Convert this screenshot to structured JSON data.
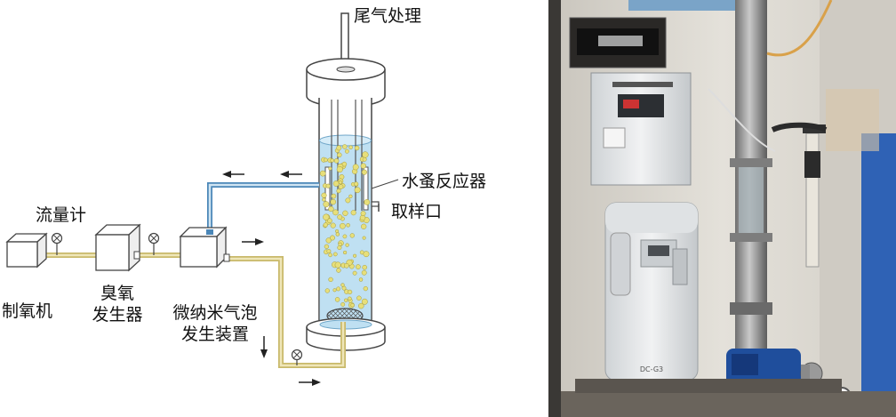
{
  "diagram": {
    "labels": {
      "exhaust": "尾气处理",
      "reactor": "水蚤反应器",
      "sampling_port": "取样口",
      "flowmeter": "流量计",
      "ozone_generator_line1": "臭氧",
      "ozone_generator_line2": "发生器",
      "oxygen_maker": "制氧机",
      "bubble_generator_line1": "微纳米气泡",
      "bubble_generator_line2": "发生装置"
    },
    "colors": {
      "pipe_blue": "#4b87b8",
      "pipe_yellow": "#c9b96a",
      "water": "#bfe0f2",
      "bubble": "#e7df7a"
    }
  },
  "photo": {
    "panel_label": "DC-G3",
    "colors": {
      "wall": "#dedad3",
      "machine": "#e8eaec",
      "pump": "#1f4e9c",
      "floor": "#6a645c"
    }
  }
}
